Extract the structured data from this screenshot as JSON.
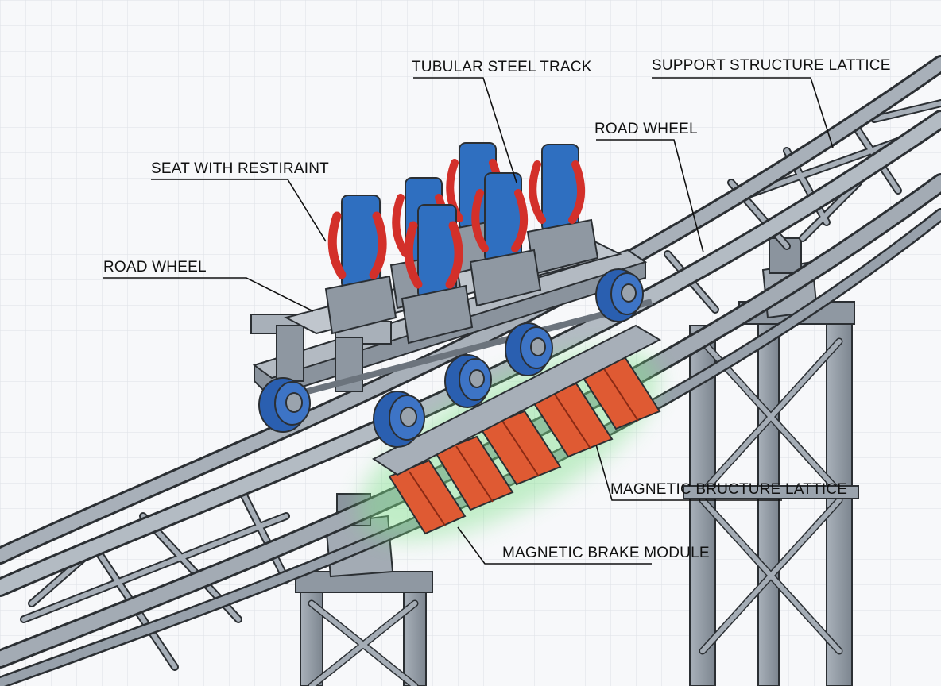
{
  "labels": {
    "tubular_steel_track": "TUBULAR STEEL TRACK",
    "support_structure_lattice": "SUPPORT STRUCTURE LATTICE",
    "road_wheel_right": "ROAD WHEEL",
    "seat_with_restraint": "SEAT WITH RESTIRAINT",
    "road_wheel_left": "ROAD WHEEL",
    "magnetic_structure_lattice": "MAGNETIC BRUCTURE LATTICE",
    "magnetic_brake_module": "MAGNETIC BRAKE MODULE"
  },
  "colors": {
    "grid": "#dde1e6",
    "steel": "#9aa3ad",
    "steel_dark": "#6c747d",
    "outline": "#2b2f33",
    "seat_blue": "#2f6fc0",
    "restraint_red": "#d3302a",
    "wheel_blue": "#2a5fb0",
    "brake_red": "#df5a33",
    "brake_glow": "#7fe08a"
  }
}
